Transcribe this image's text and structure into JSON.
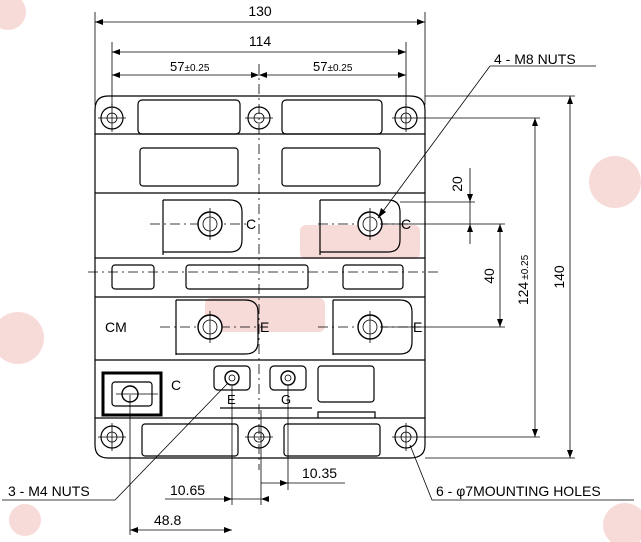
{
  "dimensions": {
    "overall_width": "130",
    "inner_width": "114",
    "half_left": "57",
    "half_right": "57",
    "tolerance": "±0.25",
    "height_overall": "140",
    "height_holes": "124",
    "height_tolerance": "±0.25",
    "terminal_spacing": "40",
    "c_offset": "20",
    "gate_offset": "10.35",
    "aux_offset": "10.65",
    "aux_width": "48.8"
  },
  "callouts": {
    "m8_nuts": "4 - M8 NUTS",
    "m4_nuts": "3 - M4 NUTS",
    "mounting_holes": "6 - φ7MOUNTING HOLES"
  },
  "terminals": {
    "c_upper_left": "C",
    "c_upper_right": "C",
    "e_left": "E",
    "e_right": "E",
    "cm": "CM",
    "c_aux": "C",
    "e_aux": "E",
    "g_aux": "G"
  },
  "colors": {
    "line": "#000000",
    "watermark": "#d23a2a"
  }
}
